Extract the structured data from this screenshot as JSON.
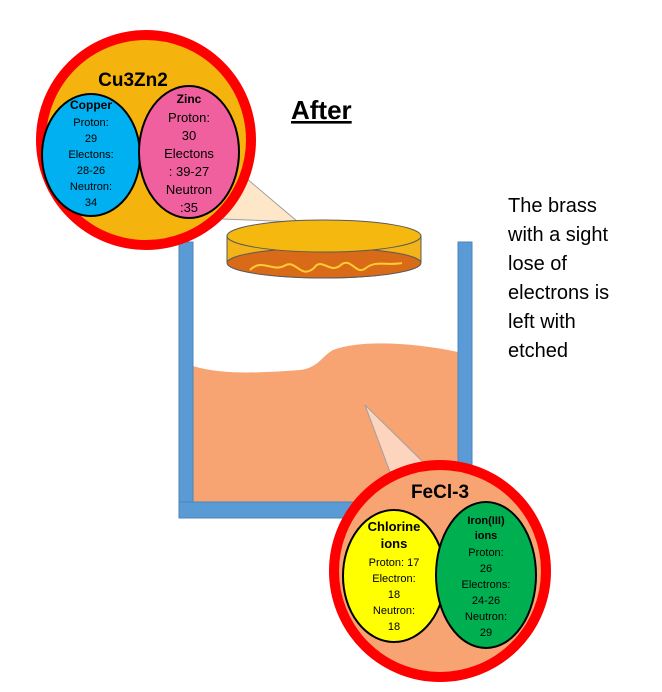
{
  "heading": "After",
  "description_lines": [
    "The brass",
    "with a sight",
    "lose of",
    "electrons is",
    "left with",
    "etched"
  ],
  "brass_bubble": {
    "title": "Cu3Zn2",
    "copper": {
      "name": "Copper",
      "lines": [
        "Proton:",
        "29",
        "Electons:",
        "28-26",
        "Neutron:",
        "34"
      ]
    },
    "zinc": {
      "name": "Zinc",
      "lines": [
        "Proton:",
        "30",
        "Electons",
        ": 39-27",
        "Neutron",
        ":35"
      ]
    }
  },
  "solution_bubble": {
    "title": "FeCl-3",
    "chlorine": {
      "name_lines": [
        "Chlorine",
        "ions"
      ],
      "lines": [
        "Proton: 17",
        "Electron:",
        "18",
        "Neutron:",
        "18"
      ]
    },
    "iron": {
      "name_lines": [
        "Iron(III)",
        "ions"
      ],
      "lines": [
        "Proton:",
        "26",
        "Electrons:",
        "24-26",
        "Neutron:",
        "29"
      ]
    }
  },
  "colors": {
    "bubble_ring": "#ff0000",
    "brass_fill": "#f5b30d",
    "solution_fill": "#f7a472",
    "copper_fill": "#00b0f0",
    "zinc_fill": "#f0609e",
    "chlorine_fill": "#ffff00",
    "iron_fill": "#00b050",
    "beaker": "#5b9bd5",
    "etched_top": "#f2b418",
    "etched_face": "#d86a18",
    "etch_line": "#ffcc33"
  }
}
